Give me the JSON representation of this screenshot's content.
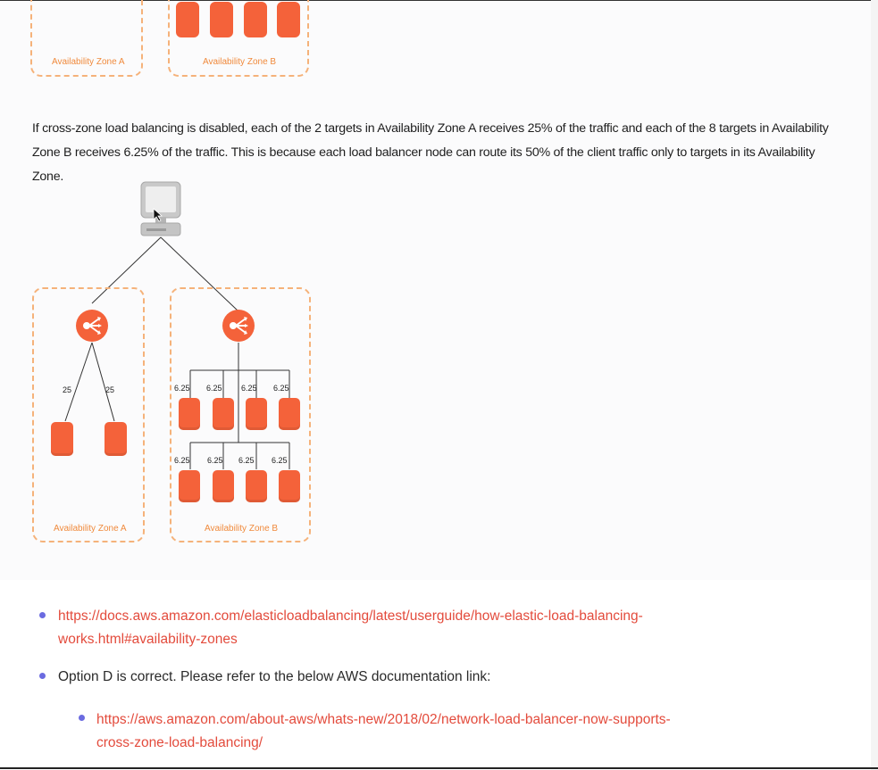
{
  "top_diagram": {
    "zone_a_label": "Availability Zone A",
    "zone_b_label": "Availability Zone B"
  },
  "paragraph": "If cross-zone load balancing is disabled, each of the 2 targets in Availability Zone A receives 25% of the traffic and each of the 8 targets in Availability Zone B receives 6.25% of the traffic. This is because each load balancer node can route its 50% of the client traffic only to targets in its Availability Zone.",
  "diagram": {
    "zone_a_label": "Availability Zone A",
    "zone_b_label": "Availability Zone B",
    "zone_a_weights": [
      "25",
      "25"
    ],
    "zone_b_row1_weights": [
      "6.25",
      "6.25",
      "6.25",
      "6.25"
    ],
    "zone_b_row2_weights": [
      "6.25",
      "6.25",
      "6.25",
      "6.25"
    ],
    "colors": {
      "target": "#f4623a",
      "zone_border": "#f5b27a",
      "zone_label": "#f08a3c"
    }
  },
  "references": [
    {
      "type": "link",
      "text_line1": "https://docs.aws.amazon.com/elasticloadbalancing/latest/userguide/how-elastic-load-balancing-",
      "text_line2": "works.html#availability-zones"
    },
    {
      "type": "text",
      "text": "Option D is correct. Please refer to the below AWS documentation link:"
    },
    {
      "type": "link",
      "text_line1": "https://aws.amazon.com/about-aws/whats-new/2018/02/network-load-balancer-now-supports-",
      "text_line2": "cross-zone-load-balancing/"
    }
  ]
}
